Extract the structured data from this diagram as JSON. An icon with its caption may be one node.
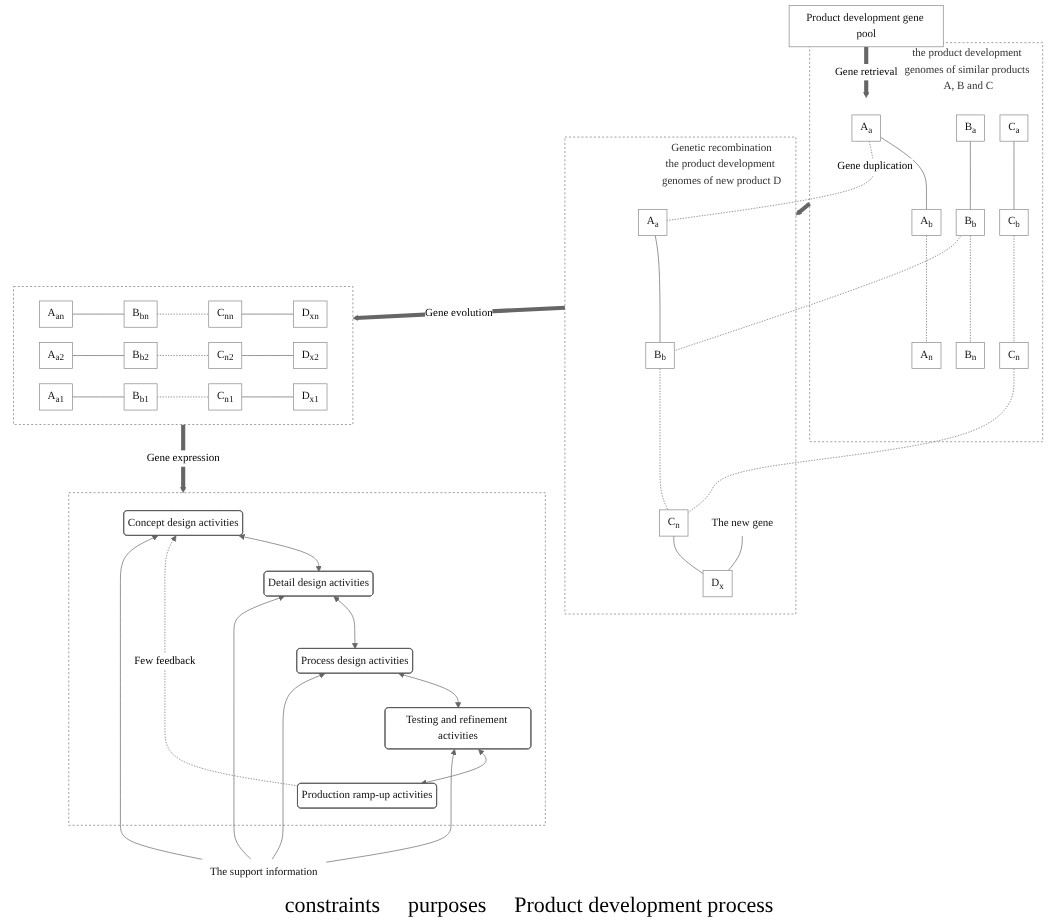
{
  "diagram": {
    "nodes": [
      {
        "text": [
          "Product development gene pool"
        ]
      },
      {
        "text": [
          "the product development genomes of similar products A, B and C"
        ]
      },
      {
        "text": [
          "A$_{a}$"
        ],
        "in": 1
      },
      {
        "text": [
          "A$_{b}$"
        ],
        "in": 1
      },
      {
        "text": [
          "A$_{n}$"
        ],
        "in": 1
      },
      {
        "text": [
          "B$_{a}$"
        ],
        "in": 1
      },
      {
        "text": [
          "B$_{b}$"
        ],
        "in": 1
      },
      {
        "text": [
          "B$_{n}$"
        ],
        "in": 1
      },
      {
        "text": [
          "C$_{a}$"
        ],
        "in": 1
      },
      {
        "text": [
          "C$_{b}$"
        ],
        "in": 1
      },
      {
        "text": [
          "C$_{n}$"
        ],
        "in": 1
      },
      {
        "text": [
          "Genetic recombination",
          "the product development genomes of new product D"
        ]
      },
      {
        "text": [
          "A$_{a}$"
        ],
        "in": 11
      },
      {
        "text": [
          "B$_{b}$"
        ],
        "in": 11
      },
      {
        "text": [
          "C$_{n}$"
        ],
        "in": 11
      },
      {
        "text": [
          "D$_{x}$"
        ],
        "in": 11
      },
      {
        "text": [],
        "shape": "box"
      },
      {
        "text": [
          "A$_{an}$"
        ],
        "in": 16
      },
      {
        "text": [
          "B$_{bn}$"
        ],
        "in": 16
      },
      {
        "text": [
          "C$_{nn}$"
        ],
        "in": 16
      },
      {
        "text": [
          "D$_{xn}$"
        ],
        "in": 16
      },
      {
        "text": [
          "A$_{a2}$"
        ],
        "in": 16
      },
      {
        "text": [
          "B$_{b2}$"
        ],
        "in": 16
      },
      {
        "text": [
          "C$_{n2}$"
        ],
        "in": 16
      },
      {
        "text": [
          "D$_{x2}$"
        ],
        "in": 16
      },
      {
        "text": [
          "A$_{a1}$"
        ],
        "in": 16
      },
      {
        "text": [
          "B$_{b1}$"
        ],
        "in": 16
      },
      {
        "text": [
          "C$_{n1}$"
        ],
        "in": 16
      },
      {
        "text": [
          "D$_{x1}$"
        ],
        "in": 16
      },
      {
        "text": [],
        "shape": "box"
      },
      {
        "text": [
          "Concept design activities"
        ],
        "in": 29
      },
      {
        "text": [
          "Detail design activities"
        ],
        "in": 29
      },
      {
        "text": [
          "Process design activities"
        ],
        "in": 29
      },
      {
        "text": [
          "Testing and refinement activities"
        ],
        "in": 29
      },
      {
        "text": [
          "Production ramp-up activities"
        ],
        "in": 29
      },
      {
        "text": [
          "The support information"
        ]
      },
      {
        "text": [
          "The new gene"
        ],
        "in": 11
      }
    ],
    "edges": [
      {
        "from": 0,
        "to": 1,
        "arrow": "to",
        "label": "Gene retrieval",
        "style": "thick"
      },
      {
        "from": 2,
        "to": 3,
        "arrow": "none"
      },
      {
        "from": 3,
        "to": 4,
        "arrow": "none",
        "style": "dashed"
      },
      {
        "from": 5,
        "to": 6,
        "arrow": "none"
      },
      {
        "from": 6,
        "to": 7,
        "arrow": "none",
        "style": "dashed"
      },
      {
        "from": 8,
        "to": 9,
        "arrow": "none"
      },
      {
        "from": 9,
        "to": 10,
        "arrow": "none",
        "style": "dashed"
      },
      {
        "from": 2,
        "to": 12,
        "arrow": "none",
        "label": "Gene duplication",
        "style": "dashed"
      },
      {
        "from": 6,
        "to": 13,
        "arrow": "none",
        "style": "dashed"
      },
      {
        "from": 10,
        "to": 14,
        "arrow": "none",
        "style": "dashed"
      },
      {
        "from": 1,
        "to": 11,
        "arrow": "to",
        "style": "thick"
      },
      {
        "from": 12,
        "to": 13,
        "arrow": "none"
      },
      {
        "from": 13,
        "to": 14,
        "arrow": "none",
        "style": "dashed"
      },
      {
        "from": 14,
        "to": 15,
        "arrow": "none"
      },
      {
        "from": 36,
        "to": 15,
        "arrow": "none"
      },
      {
        "from": 11,
        "to": 16,
        "arrow": "to",
        "label": "Gene evolution",
        "style": "thick"
      },
      {
        "from": 17,
        "to": 18,
        "arrow": "none"
      },
      {
        "from": 18,
        "to": 19,
        "arrow": "none",
        "style": "dashed"
      },
      {
        "from": 19,
        "to": 20,
        "arrow": "none"
      },
      {
        "from": 21,
        "to": 22,
        "arrow": "none"
      },
      {
        "from": 22,
        "to": 23,
        "arrow": "none",
        "style": "dashed"
      },
      {
        "from": 23,
        "to": 24,
        "arrow": "none"
      },
      {
        "from": 25,
        "to": 26,
        "arrow": "none"
      },
      {
        "from": 26,
        "to": 27,
        "arrow": "none",
        "style": "dashed"
      },
      {
        "from": 27,
        "to": 28,
        "arrow": "none"
      },
      {
        "from": 16,
        "to": 29,
        "arrow": "to",
        "label": "Gene expression",
        "style": "thick"
      },
      {
        "from": 30,
        "to": 31,
        "arrow": "both"
      },
      {
        "from": 31,
        "to": 32,
        "arrow": "both"
      },
      {
        "from": 32,
        "to": 33,
        "arrow": "both"
      },
      {
        "from": 33,
        "to": 34,
        "arrow": "both"
      },
      {
        "from": 34,
        "to": 30,
        "arrow": "to",
        "label": "Few feedback",
        "style": "dashed"
      },
      {
        "from": 35,
        "to": 30,
        "arrow": "to"
      },
      {
        "from": 35,
        "to": 31,
        "arrow": "to"
      },
      {
        "from": 35,
        "to": 32,
        "arrow": "to"
      },
      {
        "from": 35,
        "to": 33,
        "arrow": "to"
      }
    ],
    "labels": [
      "constraints",
      "purposes",
      "Product development process"
    ]
  }
}
